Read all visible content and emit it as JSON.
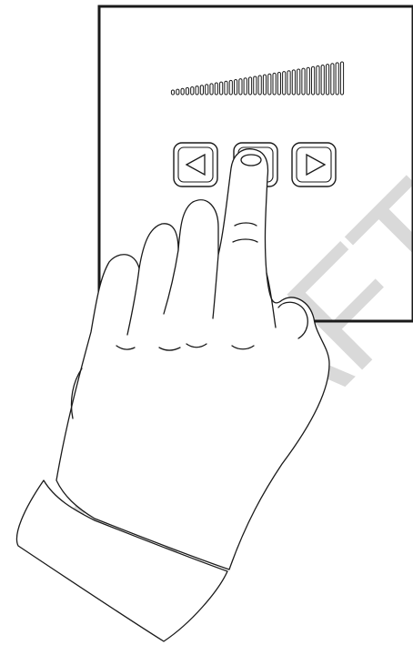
{
  "panel": {
    "level_indicator": {
      "bar_count": 36,
      "fraction_shown": 1.0
    },
    "buttons": [
      {
        "icon": "triangle-left-icon",
        "action": "decrease"
      },
      {
        "icon": "circle-icon",
        "action": "select"
      },
      {
        "icon": "triangle-right-icon",
        "action": "increase"
      }
    ]
  },
  "watermark": {
    "text": "DRAFT",
    "color": "#d9d9d9"
  },
  "colors": {
    "line": "#1a1a1a",
    "background": "#ffffff"
  }
}
